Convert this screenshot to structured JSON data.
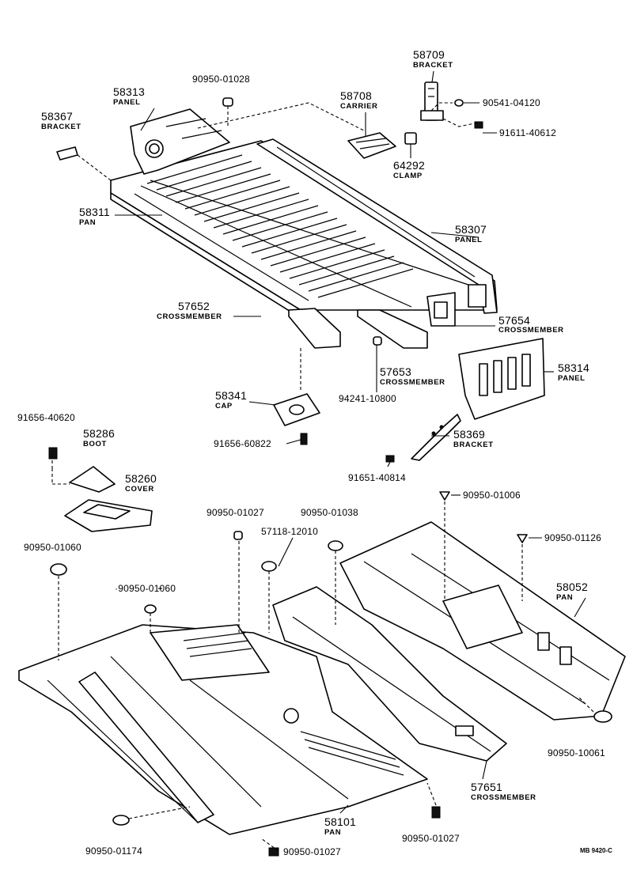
{
  "drawing_code": "MB 9420-C",
  "callouts": {
    "p58709": {
      "number": "58709",
      "name": "BRACKET"
    },
    "p58313": {
      "number": "58313",
      "name": "PANEL"
    },
    "p58367": {
      "number": "58367",
      "name": "BRACKET"
    },
    "p58708": {
      "number": "58708",
      "name": "CARRIER"
    },
    "p64292": {
      "number": "64292",
      "name": "CLAMP"
    },
    "p58311": {
      "number": "58311",
      "name": "PAN"
    },
    "p58307": {
      "number": "58307",
      "name": "PANEL"
    },
    "p57652": {
      "number": "57652",
      "name": "CROSSMEMBER"
    },
    "p57654": {
      "number": "57654",
      "name": "CROSSMEMBER"
    },
    "p57653": {
      "number": "57653",
      "name": "CROSSMEMBER"
    },
    "p58314": {
      "number": "58314",
      "name": "PANEL"
    },
    "p58341": {
      "number": "58341",
      "name": "CAP"
    },
    "p58286": {
      "number": "58286",
      "name": "BOOT"
    },
    "p58260": {
      "number": "58260",
      "name": "COVER"
    },
    "p58369": {
      "number": "58369",
      "name": "BRACKET"
    },
    "p58052": {
      "number": "58052",
      "name": "PAN"
    },
    "p57651": {
      "number": "57651",
      "name": "CROSSMEMBER"
    },
    "p58101": {
      "number": "58101",
      "name": "PAN"
    }
  },
  "fasteners": {
    "f9095001028": "90950-01028",
    "f9054104120": "90541-04120",
    "f9161140612": "91611-40612",
    "f9424110800": "94241-10800",
    "f9165640620": "91656-40620",
    "f9165660822": "91656-60822",
    "f9165140814": "91651-40814",
    "f9095001027a": "90950-01027",
    "f9095001038": "90950-01038",
    "f5711812010": "57118-12010",
    "f9095001006": "90950-01006",
    "f9095001126": "90950-01126",
    "f9095001060a": "90950-01060",
    "f9095001060b": "·90950-01060",
    "f9095010061": "90950-10061",
    "f9095001174": "90950-01174",
    "f9095001027b": "90950-01027",
    "f9095001027c": "90950-01027"
  }
}
